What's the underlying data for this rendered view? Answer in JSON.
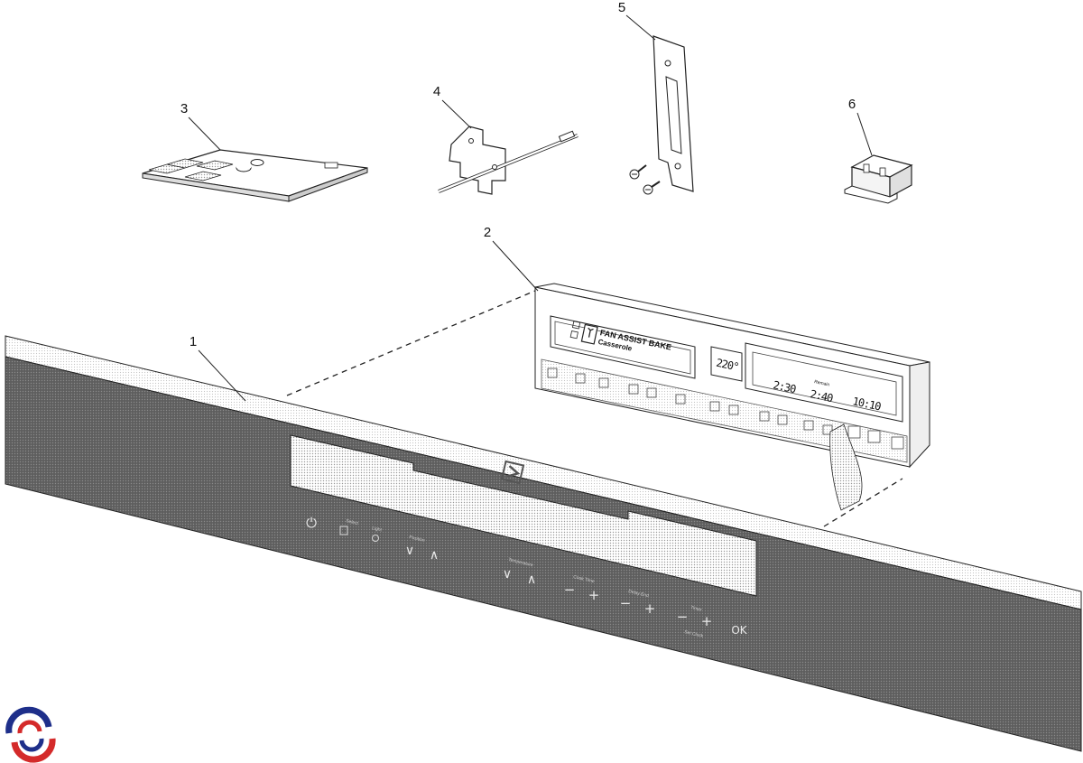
{
  "callouts": [
    {
      "label": "1"
    },
    {
      "label": "2"
    },
    {
      "label": "3"
    },
    {
      "label": "4"
    },
    {
      "label": "5"
    },
    {
      "label": "6"
    }
  ],
  "display_module": {
    "lcd_mode": "FAN ASSIST BAKE",
    "lcd_recipe": "Casserole",
    "temperature": "220°",
    "time_cook": "2:30",
    "time_label": "Remain",
    "time_end": "2:40",
    "time_clock": "10:10"
  },
  "front_panel": {
    "power_symbol": "⏻",
    "select_label": "Select",
    "light_label": "Light",
    "position_label": "Position",
    "position_down": "∨",
    "position_up": "∧",
    "temperature_label": "Temperature",
    "temp_down": "∨",
    "temp_up": "∧",
    "cook_time_label": "Cook Time",
    "cook_minus": "−",
    "cook_plus": "+",
    "delay_end_label": "Delay End",
    "delay_minus": "−",
    "delay_plus": "+",
    "timer_label": "Timer",
    "timer_minus": "−",
    "timer_plus": "+",
    "set_clock_label": "Set Clock",
    "ok_label": "OK"
  }
}
